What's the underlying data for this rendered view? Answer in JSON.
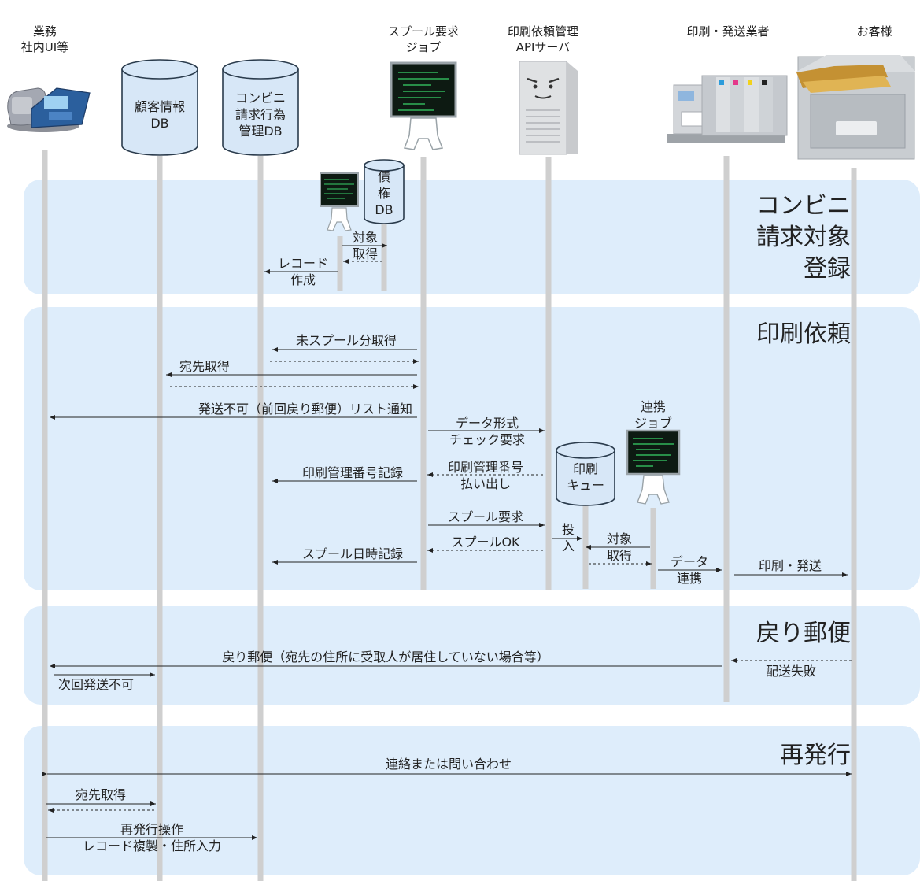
{
  "colors": {
    "band": "#deedfb",
    "lifeline": "#cfcfcf",
    "db_fill": "#d7e7f7",
    "db_stroke": "#2a3b4c",
    "arrow": "#222222"
  },
  "actors": {
    "business_ui": "業務\n社内UI等",
    "customer_db": "顧客情報\nDB",
    "conv_db": "コンビニ\n請求行為\n管理DB",
    "spool_job": "スプール要求\nジョブ",
    "print_api": "印刷依頼管理\nAPIサーバ",
    "print_vendor": "印刷・発送業者",
    "customer": "お客様",
    "claim_db": "債\n権\nDB",
    "link_job": "連携\nジョブ",
    "print_queue": "印刷\nキュー"
  },
  "sections": {
    "s1": "コンビニ\n請求対象\n登録",
    "s2": "印刷依頼",
    "s3": "戻り郵便",
    "s4": "再発行"
  },
  "messages": {
    "target_get": "対象\n取得",
    "record_create": "レコード\n作成",
    "unspooled_get": "未スプール分取得",
    "dest_get": "宛先取得",
    "undeliverable_list": "発送不可（前回戻り郵便）リスト通知",
    "data_format_check": "データ形式\nチェック要求",
    "print_no_issue": "印刷管理番号\n払い出し",
    "print_no_record": "印刷管理番号記録",
    "spool_request": "スプール要求",
    "spool_ok": "スプールOK",
    "spool_dt_record": "スプール日時記録",
    "enqueue": "投\n入",
    "target_get2": "対象\n取得",
    "data_link": "データ\n連携",
    "print_send": "印刷・発送",
    "returned_mail": "戻り郵便（宛先の住所に受取人が居住していない場合等）",
    "delivery_fail": "配送失敗",
    "next_no_send": "次回発送不可",
    "contact": "連絡または問い合わせ",
    "dest_get2": "宛先取得",
    "reissue_op": "再発行操作\nレコード複製・住所入力"
  }
}
